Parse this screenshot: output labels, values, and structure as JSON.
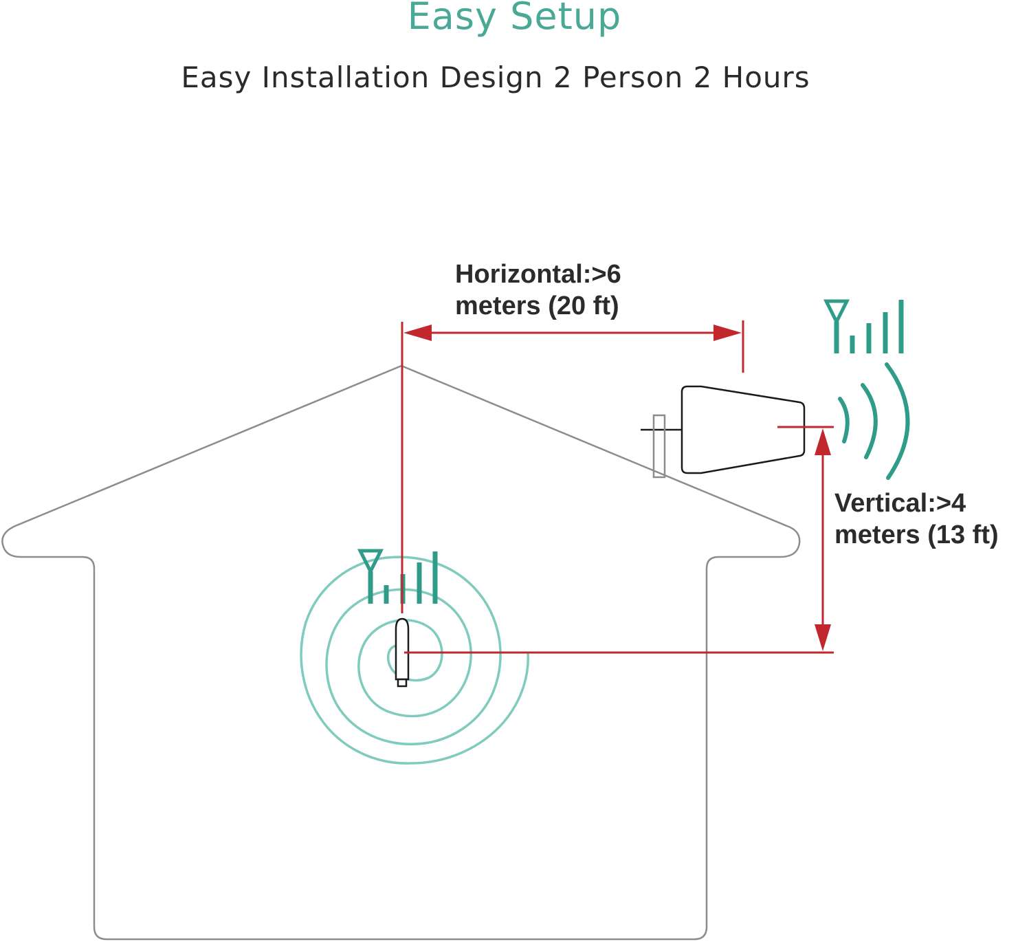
{
  "header": {
    "title": "Easy Setup",
    "subtitle": "Easy Installation Design 2 Person 2 Hours"
  },
  "labels": {
    "horizontal_line1": "Horizontal:>6",
    "horizontal_line2": "meters (20 ft)",
    "vertical_line1": "Vertical:>4",
    "vertical_line2": "meters (13 ft)"
  },
  "colors": {
    "accent": "#4aa896",
    "dimension": "#c1272d",
    "outline": "#8c8c8c",
    "text": "#2d2a2b"
  },
  "icons": {
    "outdoor_antenna": "directional-antenna-icon",
    "outdoor_signal": "signal-bars-icon",
    "indoor_antenna": "whip-antenna-icon",
    "indoor_signal": "signal-bars-icon"
  }
}
